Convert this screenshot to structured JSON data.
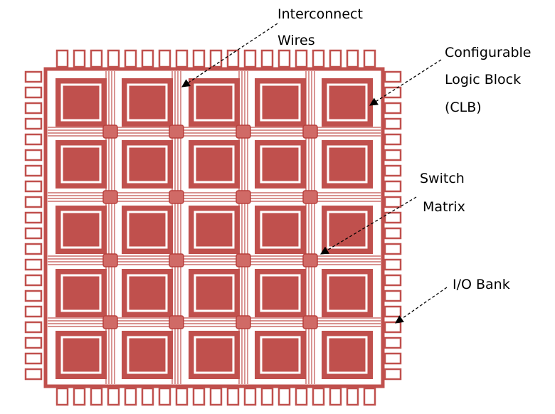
{
  "labels": {
    "interconnect": [
      "Interconnect",
      "Wires"
    ],
    "clb": [
      "Configurable",
      "Logic Block",
      "(CLB)"
    ],
    "switch": [
      "Switch",
      "Matrix"
    ],
    "io": [
      "I/O Bank"
    ]
  },
  "colors": {
    "primary": "#c0504d",
    "outline": "#b8403d",
    "switch_fill": "#d06a66",
    "background": "#ffffff"
  }
}
